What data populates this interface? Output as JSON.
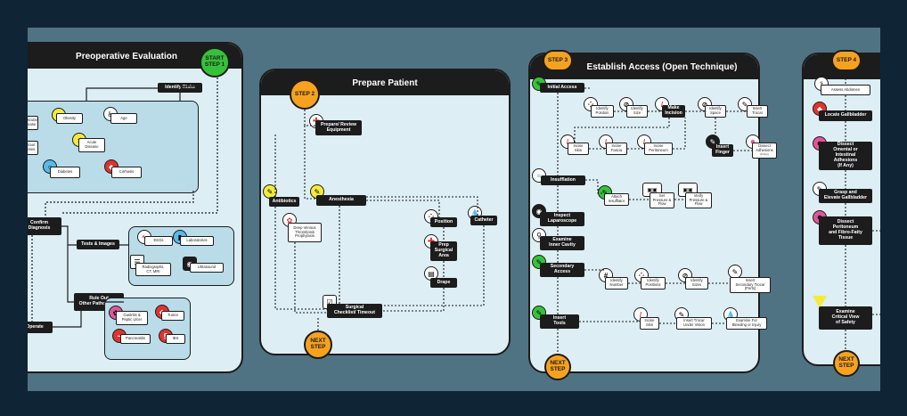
{
  "panel1": {
    "title": "Preoperative Evaluation",
    "start_label": "START",
    "start_step": "STEP 1",
    "identify_risks": "Identify Risks",
    "risks": {
      "cardiovascular": "ovascular\ndisease",
      "obesity": "Obesity",
      "age": "Age",
      "previous_surgeries": "evious\nrgeries",
      "acute_disease": "Acute\nDisease",
      "diabetes": "Diabetes",
      "cirrhosis": "Cirrhosis"
    },
    "confirm_diagnosis": "Confirm\nDiagnosis",
    "tests_images": "Tests & Images",
    "tests": {
      "ekgs": "EKGs",
      "laboratories": "Laboratories",
      "radiographs": "Radiographs,\nCT, MRI",
      "ultrasound": "Ultrasound"
    },
    "rule_out": "Rule Out\nOther Pathologies",
    "pathologies": {
      "gastritis": "Gastritis &\nPeptic Ulcer",
      "tumor": "Tumor",
      "pancreatitis": "Pancreatitis",
      "ibs": "IBS"
    },
    "operate": "Operate"
  },
  "panel2": {
    "title": "Prepare Patient",
    "step_label": "STEP 2",
    "prepare_equipment": "Prepare/ Review\nEquipment",
    "antibiotics": "Antibiotics",
    "anesthesia": "Anesthesia",
    "dvt": "Deep Venous\nThrombosis\nProphylaxis",
    "position": "Position",
    "prep_surgical_area": "Prep\nSurgical\nArea",
    "drape": "Drape",
    "catheter": "Catheter",
    "surgical_checklist": "Surgical\nChecklist/ Timeout",
    "next": "NEXT",
    "next_step": "STEP"
  },
  "panel3": {
    "title": "Establish Access (Open Technique)",
    "step_label": "STEP 3",
    "initial_access": "Initial Access",
    "identify_position": "Identify\nPosition",
    "identify_size": "Identify\nSize",
    "make_incision": "Make\nIncision",
    "identify_space": "Identify\nSpace",
    "insert_trocar": "Insert\nTrocar",
    "incise_skin": "Incise\nSkin",
    "incise_fascia": "Incise\nFascia",
    "incise_peritoneum": "Incise\nPeritoneum",
    "insert_finger": "Insert\nFinger",
    "dissect_adhesions": "Dissect\nAdhesions",
    "if_any": "(If Any)",
    "insufflation": "Insufflation",
    "attach_insufflator": "Attach\nInsufflator",
    "set_pressure_flow": "Set\nPressure &\nFlow",
    "verify_pressure_flow": "Verify\nPressure &\nFlow",
    "inspect_laparoscope": "Inspect\nLaparoscope",
    "examine_inner_cavity": "Examine\nInner Cavity",
    "secondary_access": "Secondary\nAccess",
    "identify_number": "Identify\nNumber",
    "identify_positions": "Identify\nPositions",
    "identify_sizes": "Identify\nSizes",
    "insert_secondary_trocar": "Insert\nSecondary Trocar\n(Ports)",
    "insert_tools": "Insert\nTools",
    "incise_skin_2": "Incise\nSkin",
    "insert_trocar_under_vision": "Insert Trocar\nUnder Vision",
    "examine_bleeding": "Examine For\nBleeding or Injury",
    "next": "NEXT",
    "next_step": "STEP"
  },
  "panel4": {
    "title": "De",
    "step_label": "STEP 4",
    "assess_abdomen": "Assess Abdomen",
    "locate_gallbladder": "Locate Gallbladder",
    "dissect_omental": "Dissect\nOmental or\nIntestinal\nAdhesions\n(If Any)",
    "grasp_elevate": "Grasp and\nElevate Gallbladder",
    "dissect_peritoneum": "Dissect\nPeritoneum\nand Fibro-Fatty\nTissue",
    "examine_cvs": "Examine\nCritical View\nof Safety",
    "next": "NEXT",
    "next_step": "STEP"
  },
  "colors": {
    "background": "#0f2535",
    "frame": "#4f7383",
    "panel": "#ddeef4",
    "inner_box": "#b9dce8",
    "dark": "#1c1c1c",
    "orange": "#f7a21e",
    "green": "#35c23a",
    "red": "#e0332f",
    "yellow": "#f3ea3c"
  }
}
